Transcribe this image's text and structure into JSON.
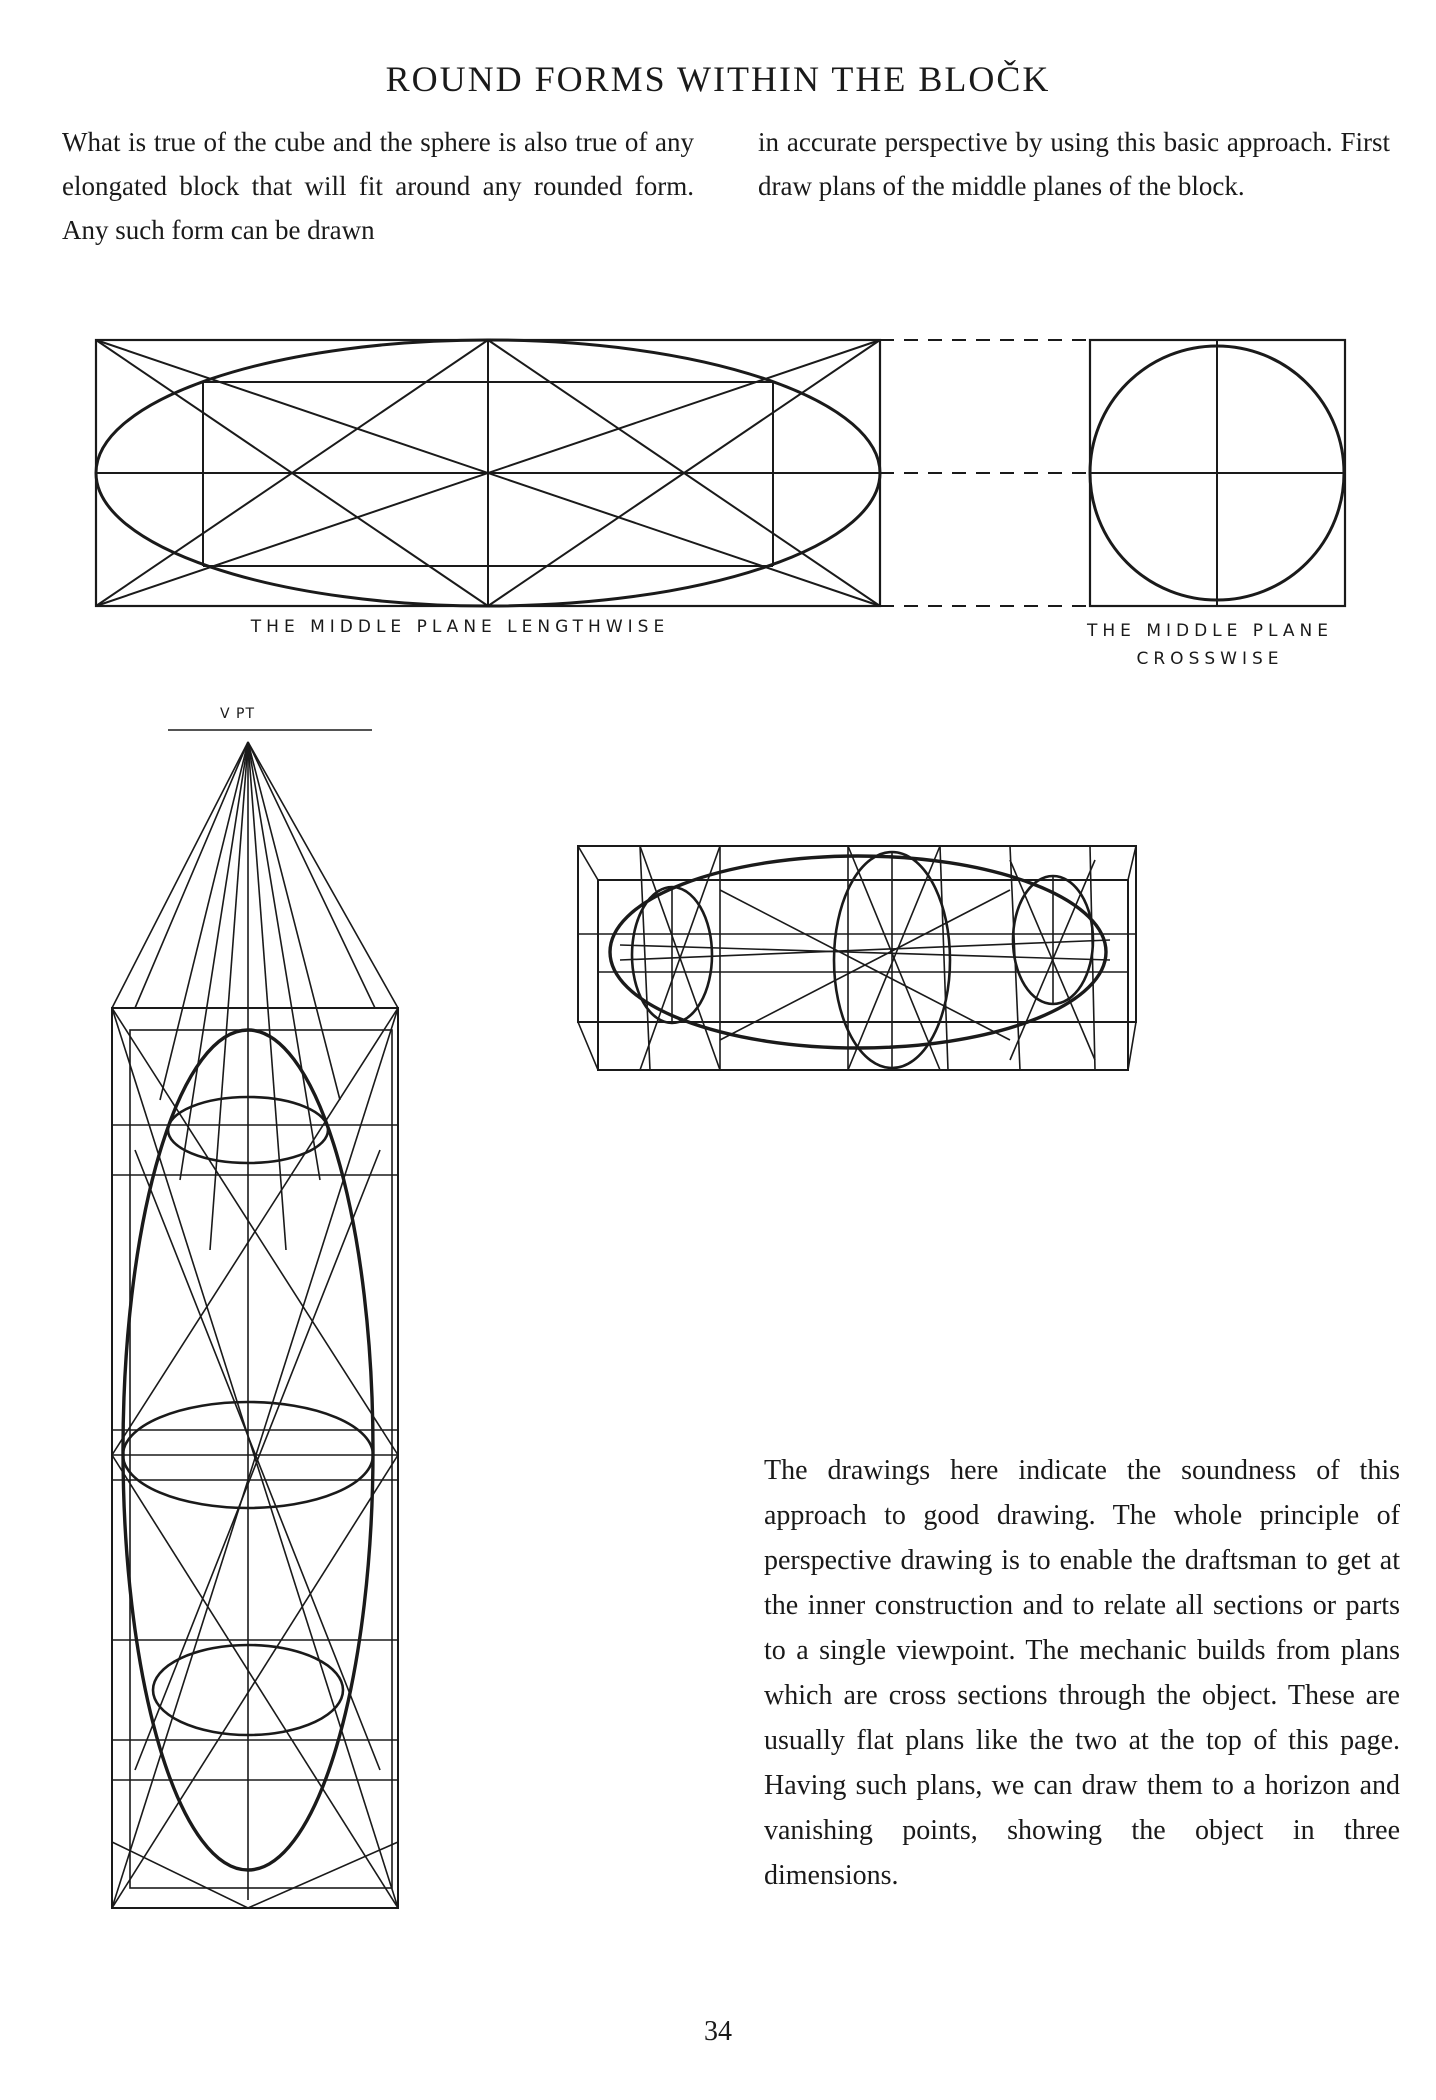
{
  "page": {
    "title": "ROUND FORMS WITHIN THE BLOČK",
    "intro_left": "What is true of the cube and the sphere is also true of any elongated block that will fit around any rounded form. Any such form can be drawn",
    "intro_right": "in accurate perspective by using this basic approach. First draw plans of the middle planes of the block.",
    "body_text": "The drawings here indicate the soundness of this approach to good drawing. The whole principle of perspective drawing is to enable the draftsman to get at the inner construction and to relate all sections or parts to a single viewpoint. The mechanic builds from plans which are cross sections through the object. These are usually flat plans like the two at the top of this page. Having such plans, we can draw them to a horizon and vanishing points, showing the object in three dimensions.",
    "page_number": "34"
  },
  "figures": {
    "lengthwise_caption": "THE MIDDLE PLANE LENGTHWISE",
    "crosswise_caption_line1": "THE MIDDLE PLANE",
    "crosswise_caption_line2": "CROSSWISE",
    "vanishing_point_label": "V PT"
  }
}
